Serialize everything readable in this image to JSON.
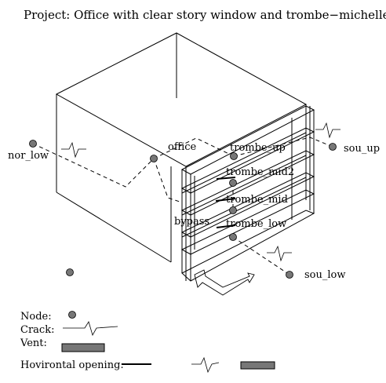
{
  "title": "Project: Office with clear story window and trombe−michelle wall",
  "nodes": [
    {
      "id": "nor_low",
      "label": "nor_low"
    },
    {
      "id": "office",
      "label": "office"
    },
    {
      "id": "trombe_up",
      "label": "trombe_up"
    },
    {
      "id": "trombe_mid2",
      "label": "trombe_mid2"
    },
    {
      "id": "trombe_mid",
      "label": "trombe_mid"
    },
    {
      "id": "bypass",
      "label": "bypass"
    },
    {
      "id": "trombe_low",
      "label": "trombe_low"
    },
    {
      "id": "sou_up",
      "label": "sou_up"
    },
    {
      "id": "sou_low",
      "label": "sou_low"
    },
    {
      "id": "unlabeled",
      "label": ""
    }
  ],
  "legend": {
    "node": "Node:",
    "crack": "Crack:",
    "vent": "Vent:",
    "horizontal_opening": "Hovirontal opening:"
  },
  "colors": {
    "node_fill": "#777777",
    "vent_fill": "#777777",
    "line": "#000000"
  }
}
